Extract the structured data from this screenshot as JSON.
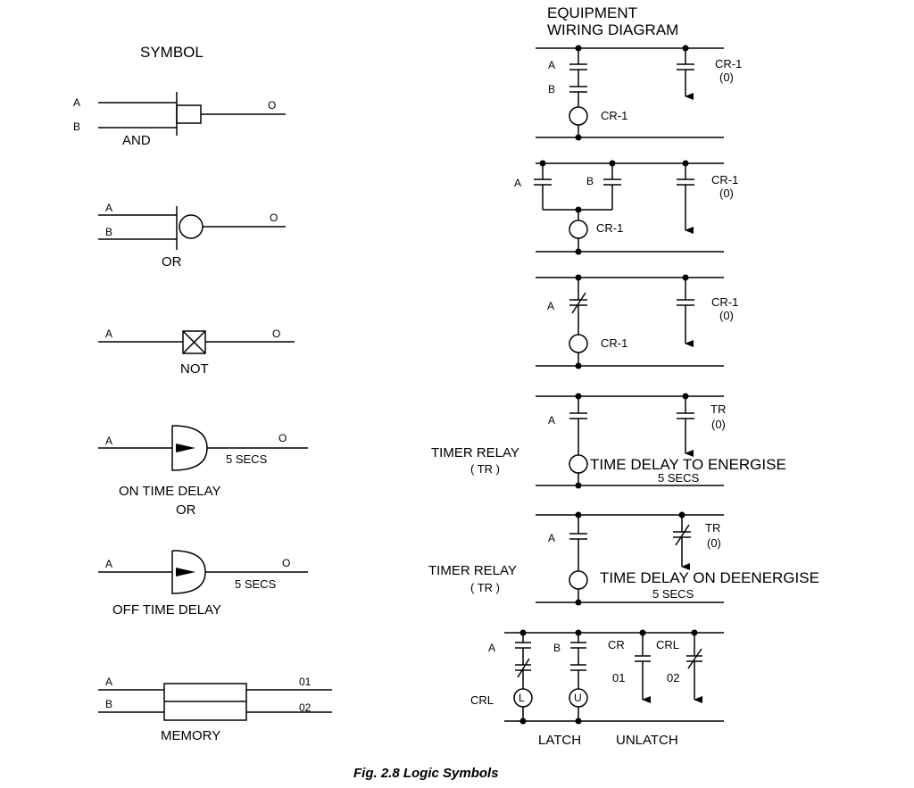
{
  "headings": {
    "symbol": "SYMBOL",
    "equipment_line1": "EQUIPMENT",
    "equipment_line2": "WIRING DIAGRAM"
  },
  "and_gate": {
    "in_a": "A",
    "in_b": "B",
    "out": "O",
    "name": "AND"
  },
  "or_gate": {
    "in_a": "A",
    "in_b": "B",
    "out": "O",
    "name": "OR"
  },
  "not_gate": {
    "in_a": "A",
    "out": "O",
    "name": "NOT"
  },
  "on_delay": {
    "in_a": "A",
    "out": "O",
    "time": "5 SECS",
    "name1": "ON TIME DELAY",
    "name2": "OR"
  },
  "off_delay": {
    "in_a": "A",
    "out": "O",
    "time": "5 SECS",
    "name": "OFF TIME DELAY"
  },
  "memory": {
    "in_a": "A",
    "in_b": "B",
    "out1": "01",
    "out2": "02",
    "name": "MEMORY"
  },
  "wiring_and": {
    "c1": "A",
    "c2": "B",
    "coil": "CR-1",
    "out1": "CR-1",
    "out2": "(0)"
  },
  "wiring_or": {
    "c1": "A",
    "c2": "B",
    "coil": "CR-1",
    "out1": "CR-1",
    "out2": "(0)"
  },
  "wiring_not": {
    "c1": "A",
    "coil": "CR-1",
    "out1": "CR-1",
    "out2": "(0)"
  },
  "wiring_on_delay": {
    "c1": "A",
    "out1": "TR",
    "out2": "(0)",
    "relay1": "TIMER RELAY",
    "relay2": "( TR )",
    "desc": "TIME DELAY TO ENERGISE",
    "time": "5 SECS"
  },
  "wiring_off_delay": {
    "c1": "A",
    "out1": "TR",
    "out2": "(0)",
    "relay1": "TIMER RELAY",
    "relay2": "( TR )",
    "desc": "TIME DELAY ON DEENERGISE",
    "time": "5 SECS"
  },
  "wiring_memory": {
    "c1": "A",
    "c2": "B",
    "c3": "CR",
    "c4": "CRL",
    "out1": "01",
    "out2": "02",
    "coil": "CRL",
    "latch_sym": "L",
    "unlatch_sym": "U",
    "latch": "LATCH",
    "unlatch": "UNLATCH"
  },
  "caption": "Fig. 2.8  Logic Symbols"
}
